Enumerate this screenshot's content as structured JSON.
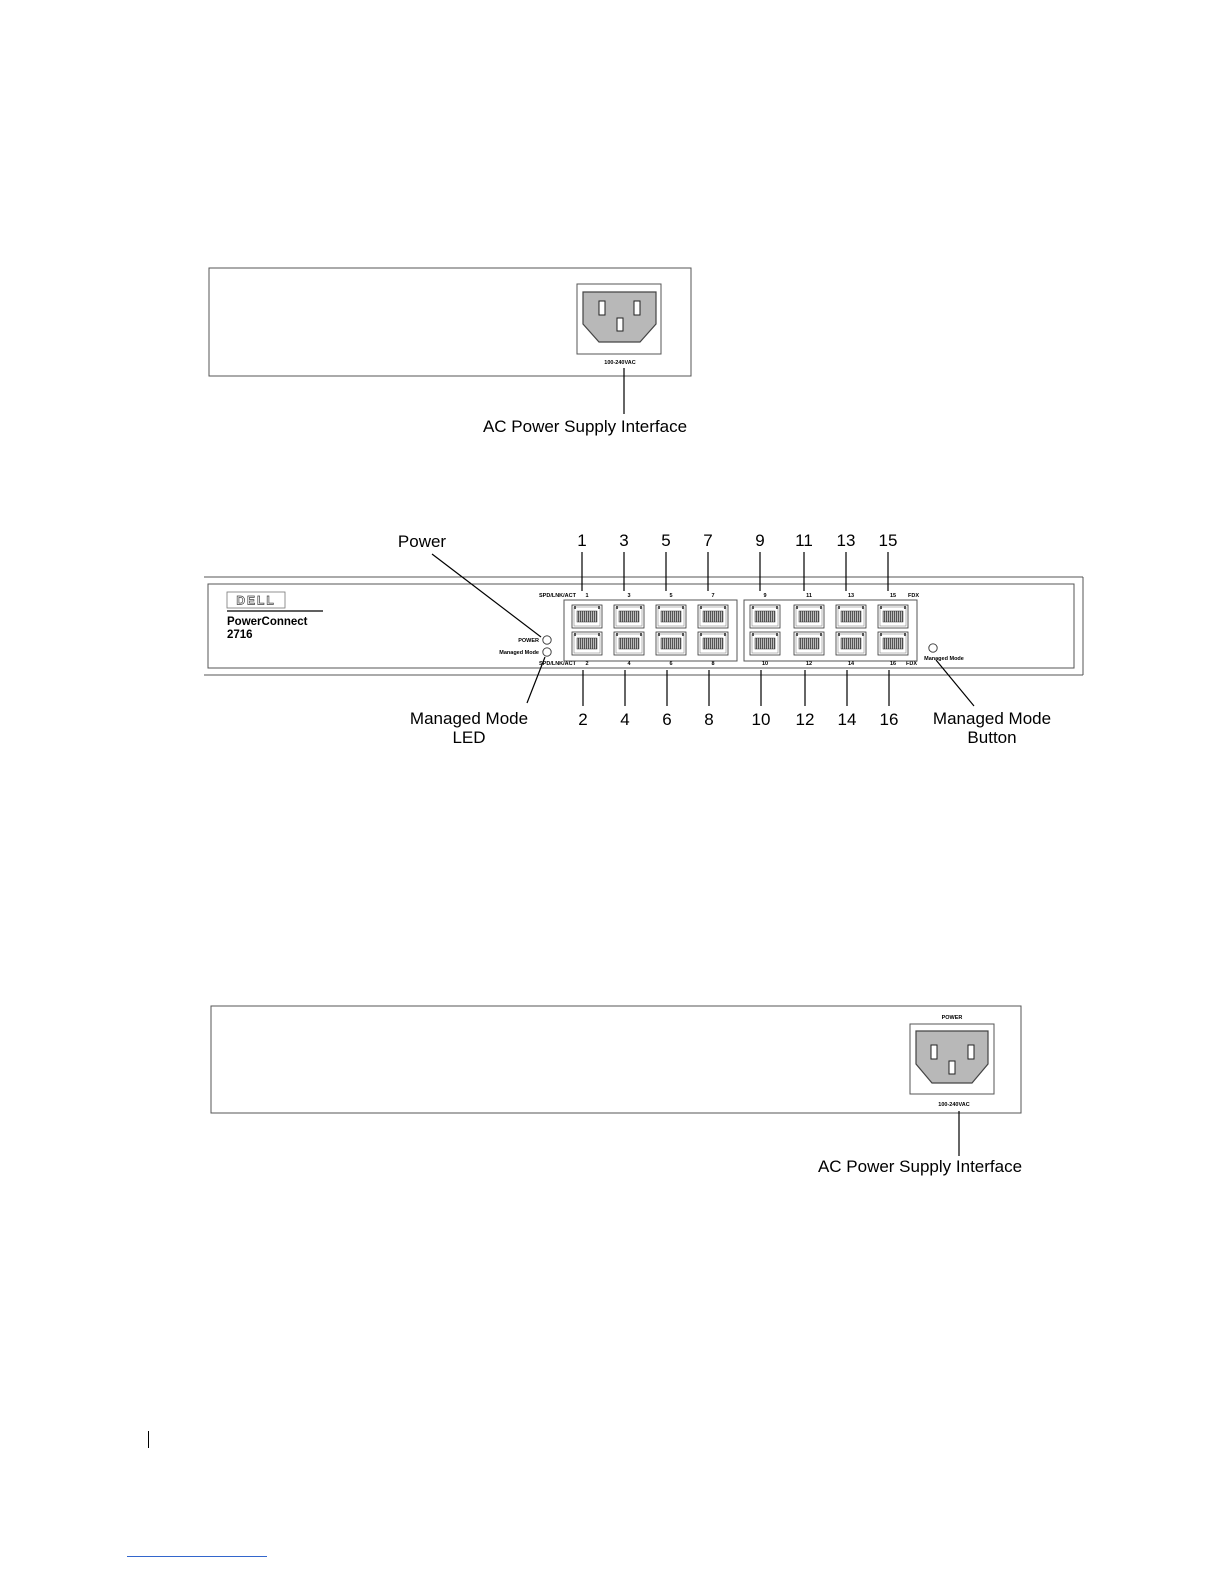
{
  "rear_panel_1": {
    "connector_rating": "100-240VAC",
    "callout": "AC Power Supply Interface"
  },
  "front_panel": {
    "brand_logo": "DELL",
    "model_name": "PowerConnect",
    "model_number": "2716",
    "led_labels": {
      "power": "POWER",
      "managed_mode": "Managed Mode"
    },
    "port_group_label_top": "SPD/LNK/ACT",
    "port_group_label_bottom": "SPD/LNK/ACT",
    "fdx_label": "FDX",
    "button_label": "Managed Mode",
    "top_port_numbers": [
      "1",
      "3",
      "5",
      "7",
      "9",
      "11",
      "13",
      "15"
    ],
    "bottom_port_numbers": [
      "2",
      "4",
      "6",
      "8",
      "10",
      "12",
      "14",
      "16"
    ],
    "callouts": {
      "power": "Power",
      "managed_mode_led_line1": "Managed Mode",
      "managed_mode_led_line2": "LED",
      "managed_mode_button_line1": "Managed Mode",
      "managed_mode_button_line2": "Button"
    }
  },
  "rear_panel_2": {
    "power_label": "POWER",
    "connector_rating": "100-240VAC",
    "callout": "AC Power Supply Interface"
  }
}
